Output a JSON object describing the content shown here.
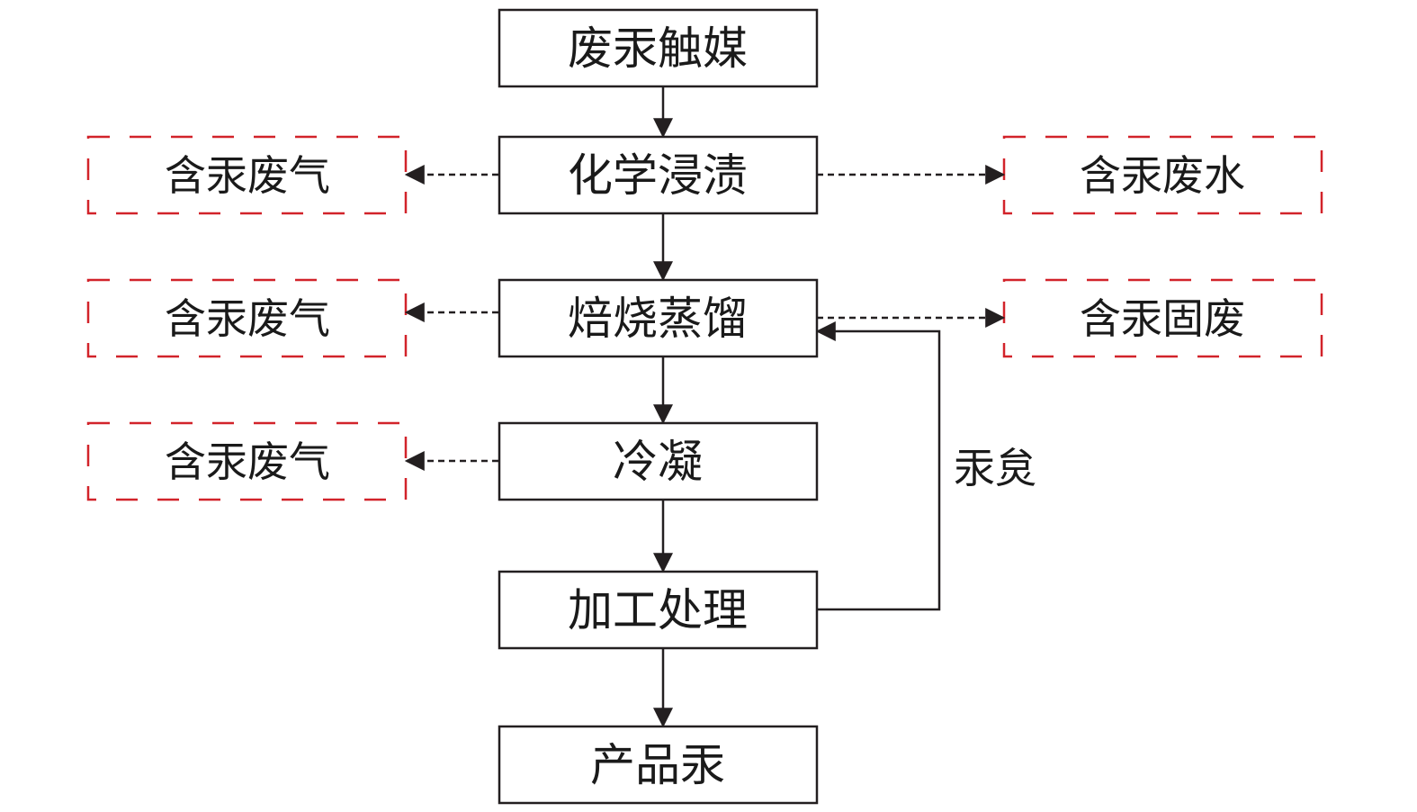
{
  "colors": {
    "line": "#231f20",
    "byproduct_border": "#d2232a"
  },
  "process_steps": [
    "废汞触媒",
    "化学浸渍",
    "焙烧蒸馏",
    "冷凝",
    "加工处理",
    "产品汞"
  ],
  "byproducts": {
    "left_1": "含汞废气",
    "right_1": "含汞废水",
    "left_2": "含汞废气",
    "right_2": "含汞固废",
    "left_3": "含汞废气"
  },
  "recycle_label": "汞炱"
}
